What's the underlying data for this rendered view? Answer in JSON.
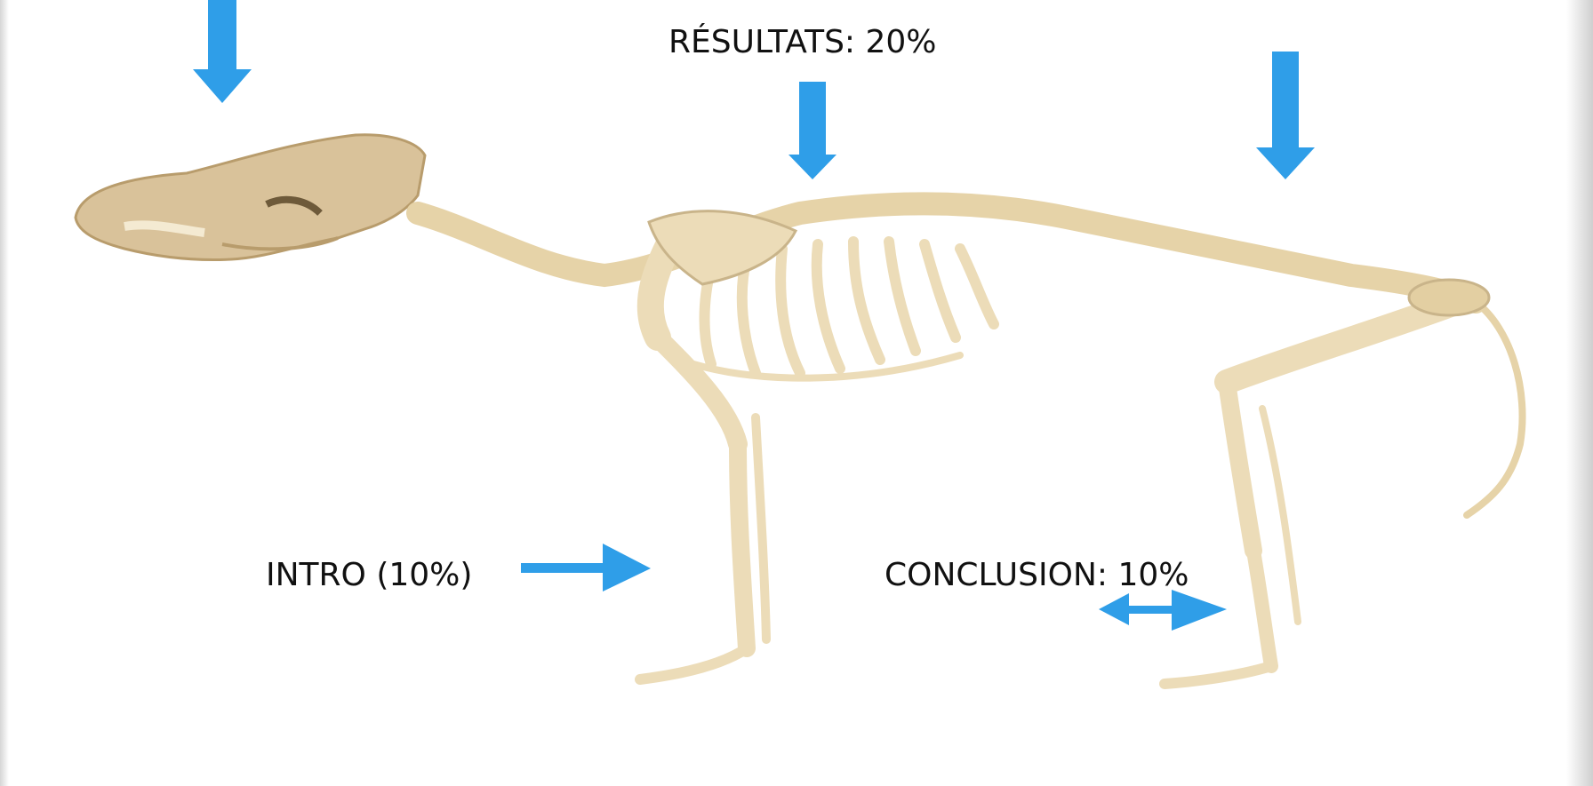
{
  "labels": {
    "results": "RÉSULTATS: 20%",
    "intro": "INTRO (10%)",
    "conclusion": "CONCLUSION: 10%"
  },
  "colors": {
    "arrow": "#2f9ee8",
    "bone": "#ecdcb8",
    "bone_shadow": "#c9b48a",
    "skull": "#d9c29a"
  },
  "icons": {
    "down_arrow": "arrow-down-icon",
    "right_arrow": "arrow-right-icon",
    "double_arrow": "double-arrow-icon"
  }
}
